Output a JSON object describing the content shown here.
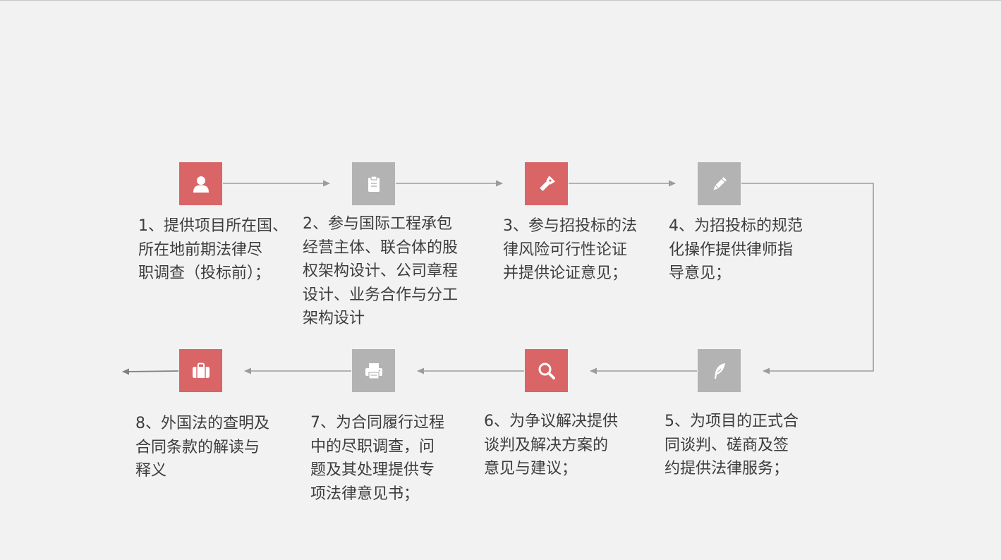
{
  "colors": {
    "background": "#f2f2f2",
    "accent_red": "#d96566",
    "accent_gray": "#b3b3b3",
    "connector": "#9c9c9c",
    "text": "#3d3d3d"
  },
  "steps": [
    {
      "number": 1,
      "color": "#d96566",
      "icon": "user-icon",
      "text": "1、提供项目所在国、\n所在地前期法律尽\n职调查（投标前）；"
    },
    {
      "number": 2,
      "color": "#b3b3b3",
      "icon": "clipboard-icon",
      "text": "2、参与国际工程承包\n经营主体、联合体的股\n权架构设计、公司章程\n设计、业务合作与分工\n架构设计"
    },
    {
      "number": 3,
      "color": "#d96566",
      "icon": "flashlight-icon",
      "text": "3、参与招投标的法\n律风险可行性论证\n并提供论证意见；"
    },
    {
      "number": 4,
      "color": "#b3b3b3",
      "icon": "pencil-icon",
      "text": "4、为招投标的规范\n化操作提供律师指\n导意见；"
    },
    {
      "number": 5,
      "color": "#b3b3b3",
      "icon": "quill-icon",
      "text": "5、为项目的正式合\n同谈判、磋商及签\n约提供法律服务；"
    },
    {
      "number": 6,
      "color": "#d96566",
      "icon": "search-icon",
      "text": "6、为争议解决提供\n谈判及解决方案的\n意见与建议；"
    },
    {
      "number": 7,
      "color": "#b3b3b3",
      "icon": "printer-icon",
      "text": "7、为合同履行过程\n中的尽职调查，问\n题及其处理提供专\n项法律意见书；"
    },
    {
      "number": 8,
      "color": "#d96566",
      "icon": "briefcase-icon",
      "text": "8、外国法的查明及\n合同条款的解读与\n释义"
    }
  ]
}
